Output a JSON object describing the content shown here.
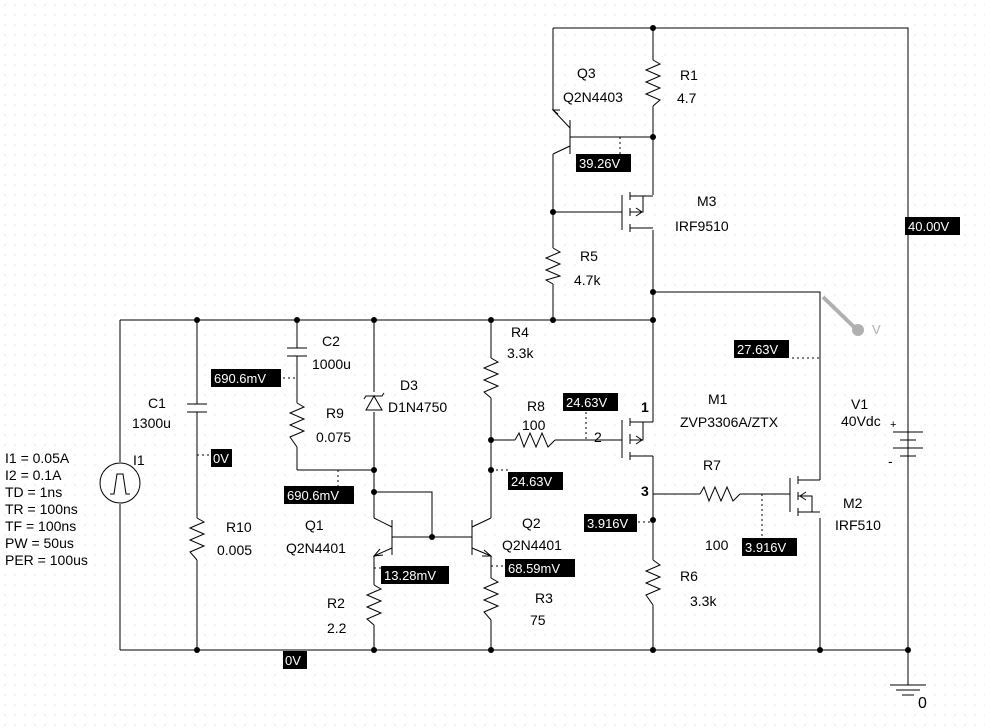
{
  "components": {
    "Q3": {
      "ref": "Q3",
      "model": "Q2N4403"
    },
    "R1": {
      "ref": "R1",
      "value": "4.7"
    },
    "M3": {
      "ref": "M3",
      "model": "IRF9510"
    },
    "R5": {
      "ref": "R5",
      "value": "4.7k"
    },
    "R4": {
      "ref": "R4",
      "value": "3.3k"
    },
    "C2": {
      "ref": "C2",
      "value": "1000u"
    },
    "C1": {
      "ref": "C1",
      "value": "1300u"
    },
    "R9": {
      "ref": "R9",
      "value": "0.075"
    },
    "D3": {
      "ref": "D3",
      "model": "D1N4750"
    },
    "R8": {
      "ref": "R8",
      "value": "100"
    },
    "M1": {
      "ref": "M1",
      "model": "ZVP3306A/ZTX"
    },
    "R7": {
      "ref": "R7",
      "value": "100"
    },
    "M2": {
      "ref": "M2",
      "model": "IRF510"
    },
    "R6": {
      "ref": "R6",
      "value": "3.3k"
    },
    "V1": {
      "ref": "V1",
      "value": "40Vdc"
    },
    "R10": {
      "ref": "R10",
      "value": "0.005"
    },
    "Q1": {
      "ref": "Q1",
      "model": "Q2N4401"
    },
    "Q2": {
      "ref": "Q2",
      "model": "Q2N4401"
    },
    "R2": {
      "ref": "R2",
      "value": "2.2"
    },
    "R3": {
      "ref": "R3",
      "value": "75"
    },
    "I1": {
      "ref": "I1"
    }
  },
  "source_params": [
    "I1 = 0.05A",
    "I2 = 0.1A",
    "TD = 1ns",
    "TR = 100ns",
    "TF = 100ns",
    "PW = 50us",
    "PER = 100us"
  ],
  "pins": {
    "m1_gate": "2",
    "m1_source": "1",
    "m1_drain": "3"
  },
  "probe_label": "V",
  "ground_label": "0",
  "v1_plus": "+",
  "v1_minus": "-",
  "voltages": {
    "q3_base": "39.26V",
    "v1_node": "40.00V",
    "m2_drain": "27.63V",
    "m1_gate": "24.63V",
    "r4_bottom": "24.63V",
    "c2_node": "690.6mV",
    "c1_node": "0V",
    "r9_bottom": "690.6mV",
    "m1_drain": "3.916V",
    "m2_gate": "3.916V",
    "q1_emitter": "13.28mV",
    "q2_emitter": "68.59mV",
    "ground": "0V"
  },
  "colors": {
    "wire": "#000000",
    "probe": "#b0b0b0",
    "grid": "#d0d0d0"
  }
}
